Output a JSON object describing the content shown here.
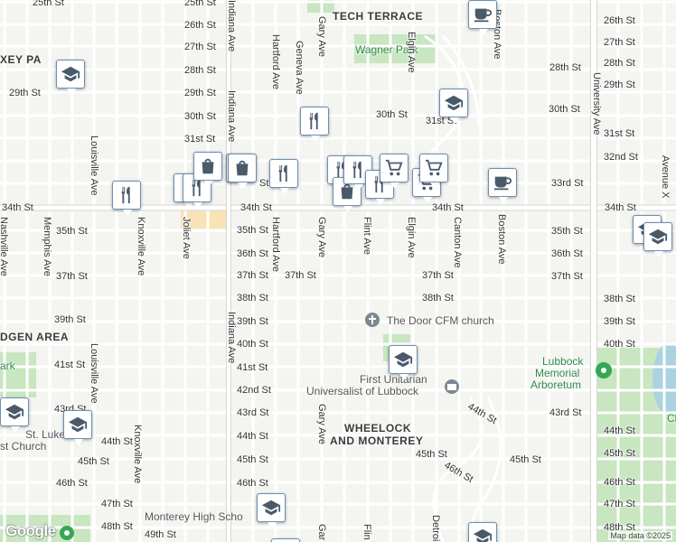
{
  "map": {
    "attribution": "Map data ©2025",
    "logo": "Google"
  },
  "areas": {
    "tech_terrace": "TECH TERRACE",
    "maxey_park": "XEY PA",
    "ridgen": "DGEN AREA",
    "wheelock_1": "WHEELOCK",
    "wheelock_2": "AND MONTEREY"
  },
  "parks": {
    "wagner": "Wagner Park",
    "park_left": "ark",
    "arboretum_1": "Lubbock",
    "arboretum_2": "Memorial",
    "arboretum_3": "Arboretum",
    "right_edge": "Cl"
  },
  "pois": {
    "church": "The Door CFM church",
    "unitarian_1": "First Unitarian",
    "unitarian_2": "Universalist of Lubbock",
    "stlukes_1": "St. Luke's",
    "stlukes_2": "st Church",
    "monterey": "Monterey High Scho"
  },
  "streets": {
    "s25_l": "25th St",
    "s25_m": "25th St",
    "s26_m": "26th St",
    "s26_r": "26th St",
    "s27_m": "27th St",
    "s27_r": "27th St",
    "s28_m": "28th St",
    "s28_c": "28th St",
    "s28_r": "28th St",
    "s29_l": "29th St",
    "s29_m": "29th St",
    "s29_r": "29th St",
    "s30_m": "30th St",
    "s30_c": "30th St",
    "s30_r": "30th St",
    "s31_m": "31st St",
    "s31_c": "31st St",
    "s31_r": "31st St",
    "s32_r": "32nd St",
    "s33_c": "33rd St",
    "s33_m": "St",
    "s34_l": "34th St",
    "s34_m": "34th St",
    "s34_c": "34th St",
    "s34_r": "34th St",
    "s35_l": "35th St",
    "s35_m": "35th St",
    "s35_r": "35th St",
    "s36_m": "36th St",
    "s36_r": "36th St",
    "s37_l": "37th St",
    "s37_m": "37th St",
    "s37_m2": "37th St",
    "s37_c": "37th St",
    "s37_r": "37th St",
    "s38_m": "38th St",
    "s38_c": "38th St",
    "s38_r": "38th St",
    "s39_l": "39th St",
    "s39_m": "39th St",
    "s39_r": "39th St",
    "s40_m": "40th St",
    "s40_r": "40th St",
    "s41_l": "41st St",
    "s41_m": "41st St",
    "s42_m": "42nd St",
    "s43_l": "43rd St",
    "s43_m": "43rd St",
    "s43_r": "43rd St",
    "s44_l": "44th St",
    "s44_m": "44th St",
    "s44_c": "44th St",
    "s44_r": "44th St",
    "s45_l": "45th St",
    "s45_m": "45th St",
    "s45_c": "45th St",
    "s45_c2": "45th St",
    "s45_r": "45th St",
    "s46_l": "46th St",
    "s46_m": "46th St",
    "s46_c": "46th St",
    "s46_r": "46th St",
    "s47_l": "47th St",
    "s47_r": "47th St",
    "s48_l": "48th St",
    "s48_r": "48th St",
    "s49_l": "49th St",
    "indiana_top": "Indiana Ave",
    "indiana_mid": "Indiana Ave",
    "indiana_bot": "Indiana Ave",
    "hartford_top": "Hartford Ave",
    "hartford_mid": "Hartford Ave",
    "geneva": "Geneva Ave",
    "gary_top": "Gary Ave",
    "gary_mid": "Gary Ave",
    "gary_bot": "Gary Ave",
    "gary_bot2": "Gar",
    "flint_mid": "Flint Ave",
    "flint_bot": "Flin",
    "elgin_top": "Elgin Ave",
    "elgin_mid": "Elgin Ave",
    "canton": "Canton Ave",
    "boston_top": "Boston Ave",
    "boston_mid": "Boston Ave",
    "university": "University Ave",
    "avenue_x": "Avenue X",
    "louisville_top": "Louisville Ave",
    "louisville_bot": "Louisville Ave",
    "memphis": "Memphis Ave",
    "nashville": "Nashville Ave",
    "knoxville_top": "Knoxville Ave",
    "knoxville_bot": "Knoxville Ave",
    "joliet": "Joliet Ave",
    "detroit": "Detroi"
  },
  "colors": {
    "park": "#c8e6c0",
    "road": "#ffffff",
    "major_road": "#d6d6d2",
    "pin_border": "#6b8fb4",
    "highlight": "#f7e3b5"
  },
  "pins": [
    {
      "icon": "school-icon"
    },
    {
      "icon": "school-icon"
    },
    {
      "icon": "cafe-icon"
    },
    {
      "icon": "restaurant-icon"
    },
    {
      "icon": "restaurant-icon"
    },
    {
      "icon": "restaurant-icon"
    },
    {
      "icon": "restaurant-icon"
    },
    {
      "icon": "shopping-bag-icon"
    },
    {
      "icon": "restaurant-icon"
    },
    {
      "icon": "restaurant-icon"
    },
    {
      "icon": "shopping-bag-icon"
    },
    {
      "icon": "restaurant-icon"
    },
    {
      "icon": "shopping-bag-icon"
    },
    {
      "icon": "restaurant-icon"
    },
    {
      "icon": "restaurant-icon"
    },
    {
      "icon": "shopping-cart-icon"
    },
    {
      "icon": "shopping-cart-icon"
    },
    {
      "icon": "shopping-cart-icon"
    },
    {
      "icon": "cafe-icon"
    },
    {
      "icon": "school-icon"
    },
    {
      "icon": "school-icon"
    },
    {
      "icon": "school-icon"
    },
    {
      "icon": "school-icon"
    },
    {
      "icon": "school-icon"
    },
    {
      "icon": "school-icon"
    },
    {
      "icon": "school-icon"
    },
    {
      "icon": "cafe-icon"
    }
  ]
}
